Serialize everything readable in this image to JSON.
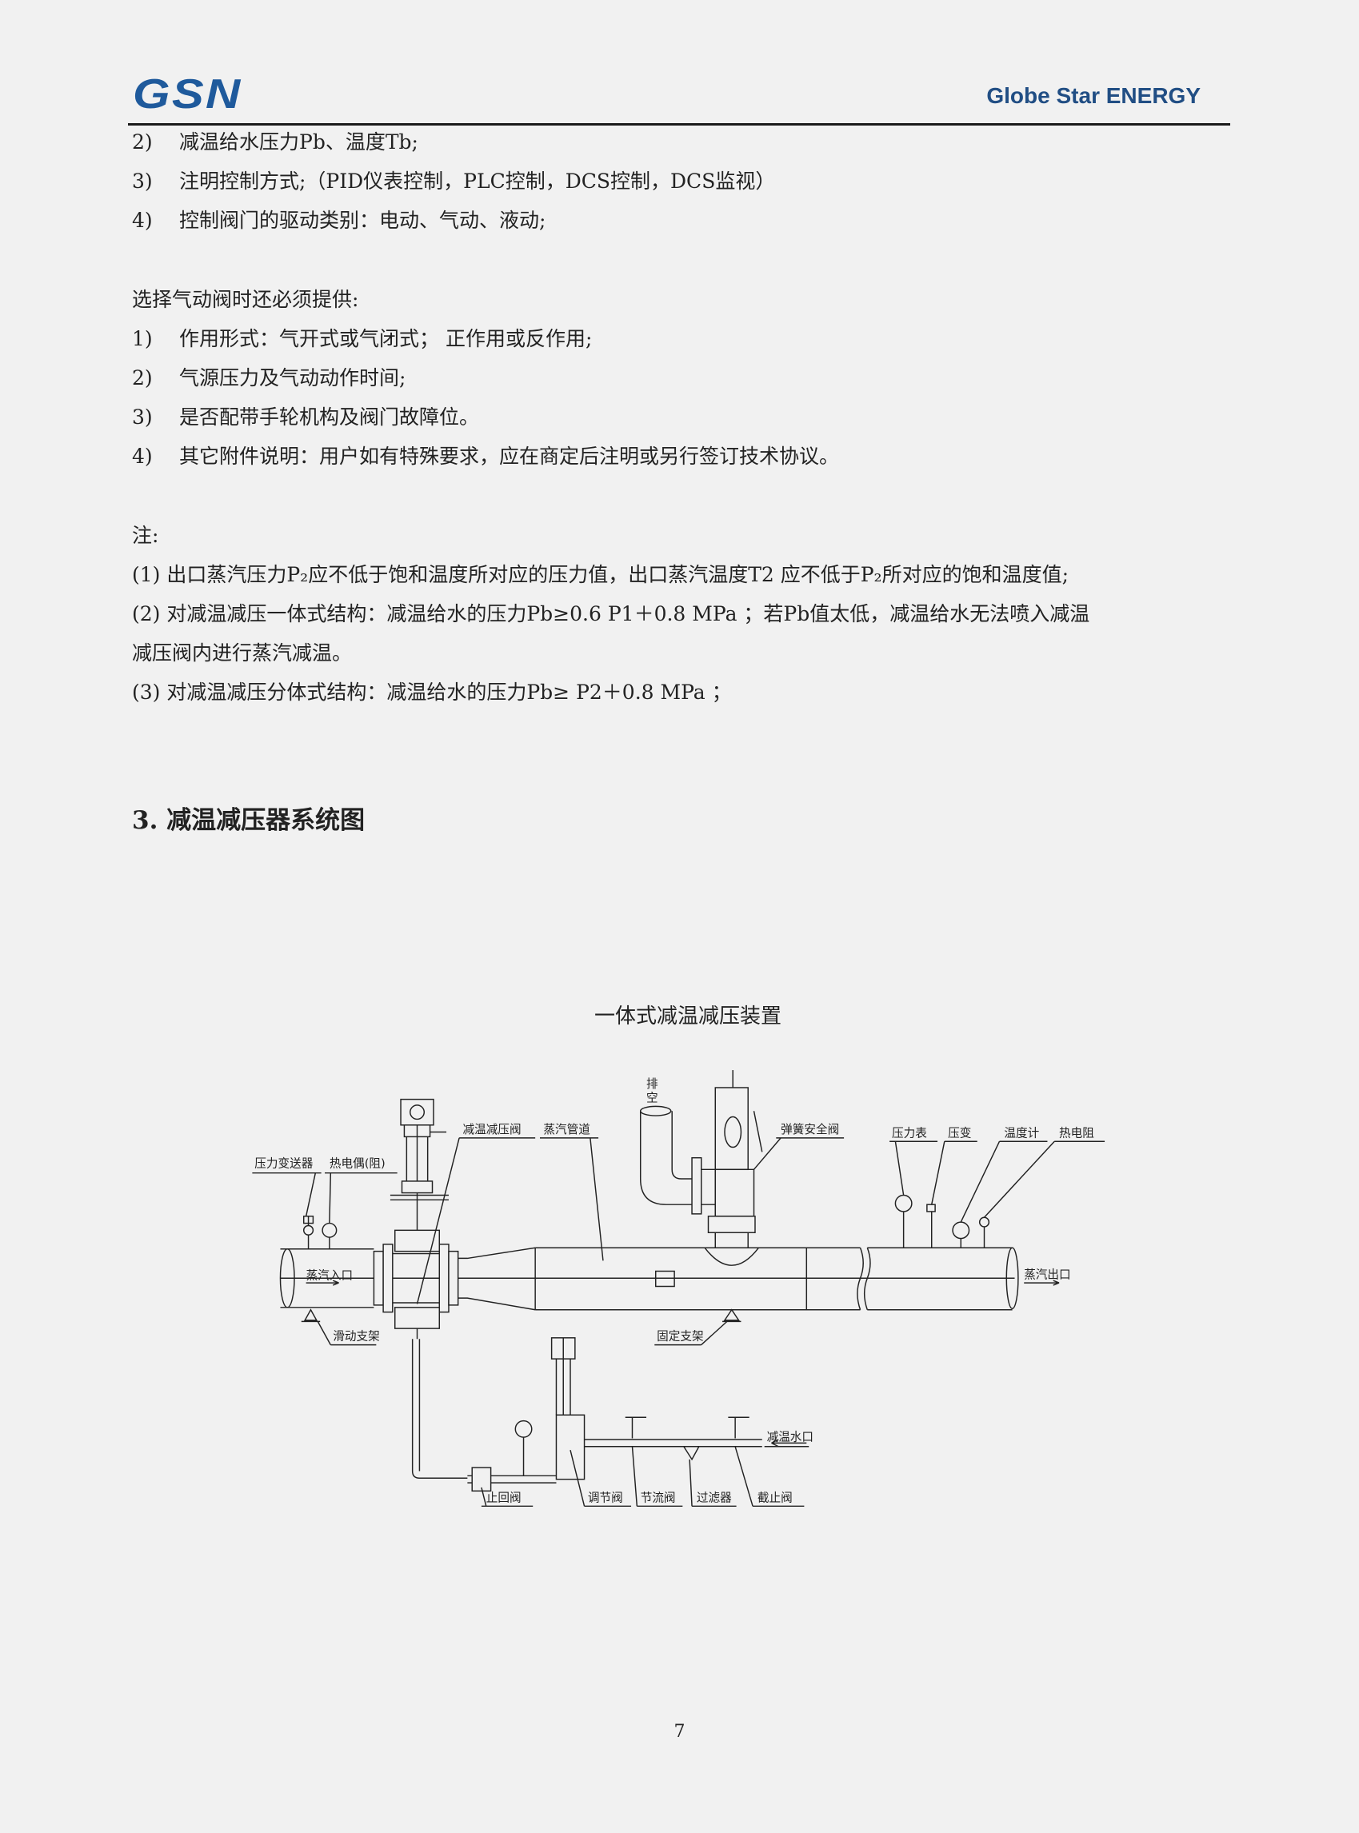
{
  "header": {
    "logo_text": "GSN",
    "brand": "Globe Star ENERGY"
  },
  "list1": [
    {
      "num": "2)",
      "text": "减温给水压力Pb、温度Tb;"
    },
    {
      "num": "3)",
      "text": "注明控制方式;（PID仪表控制，PLC控制，DCS控制，DCS监视）"
    },
    {
      "num": "4)",
      "text": "控制阀门的驱动类别：电动、气动、液动;"
    }
  ],
  "pneumatic_heading": "选择气动阀时还必须提供:",
  "list2": [
    {
      "num": "1)",
      "text": "作用形式：气开式或气闭式；  正作用或反作用;"
    },
    {
      "num": "2)",
      "text": "气源压力及气动动作时间;"
    },
    {
      "num": "3)",
      "text": "是否配带手轮机构及阀门故障位。"
    },
    {
      "num": "4)",
      "text": "其它附件说明：用户如有特殊要求，应在商定后注明或另行签订技术协议。"
    }
  ],
  "notes_heading": "注:",
  "notes": [
    "(1) 出口蒸汽压力P₂应不低于饱和温度所对应的压力值，出口蒸汽温度T2 应不低于P₂所对应的饱和温度值;",
    "(2) 对减温减压一体式结构：减温给水的压力Pb≥0.6 P1＋0.8 MPa ；若Pb值太低，减温给水无法喷入减温",
    "减压阀内进行蒸汽减温。",
    "(3) 对减温减压分体式结构：减温给水的压力Pb≥ P2＋0.8 MPa ；"
  ],
  "section_heading": "3.  减温减压器系统图",
  "diagram": {
    "title": "一体式减温减压装置",
    "labels": {
      "pressure_transmitter": "压力变送器",
      "thermocouple": "热电偶(阻)",
      "pr_ds_valve": "减温减压阀",
      "steam_pipe": "蒸汽管道",
      "vent_1": "排",
      "vent_2": "空",
      "safety_valve": "弹簧安全阀",
      "pressure_gauge": "压力表",
      "pressure_transducer": "压变",
      "thermometer": "温度计",
      "rtd": "热电阻",
      "steam_inlet": "蒸汽入口",
      "steam_outlet": "蒸汽出口",
      "sliding_support": "滑动支架",
      "fixed_support": "固定支架",
      "water_inlet": "减温水口",
      "check_valve": "止回阀",
      "control_valve": "调节阀",
      "throttle_valve": "节流阀",
      "strainer": "过滤器",
      "stop_valve": "截止阀"
    }
  },
  "page_number": "7"
}
